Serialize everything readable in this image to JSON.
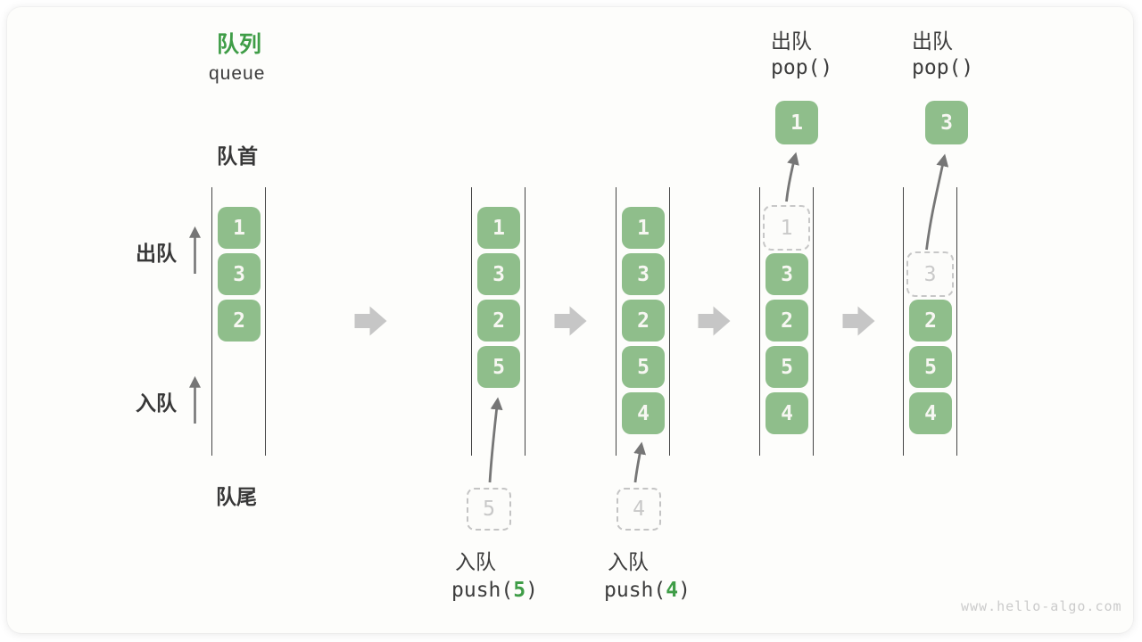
{
  "title": {
    "zh": "队列",
    "en": "queue"
  },
  "side_labels": {
    "front": "队首",
    "rear": "队尾",
    "dequeue": "出队",
    "enqueue": "入队"
  },
  "ops": {
    "pop_first": {
      "label": "出队",
      "code": "pop()"
    },
    "pop_second": {
      "label": "出队",
      "code": "pop()"
    },
    "push_first": {
      "label": "入队",
      "pre": "push(",
      "arg": "5",
      "post": ")"
    },
    "push_second": {
      "label": "入队",
      "pre": "push(",
      "arg": "4",
      "post": ")"
    }
  },
  "columns": [
    {
      "name": "state-initial",
      "cells": [
        {
          "v": "1"
        },
        {
          "v": "3"
        },
        {
          "v": "2"
        }
      ]
    },
    {
      "name": "state-after-push5",
      "cells": [
        {
          "v": "1"
        },
        {
          "v": "3"
        },
        {
          "v": "2"
        },
        {
          "v": "5"
        }
      ]
    },
    {
      "name": "state-after-push4",
      "cells": [
        {
          "v": "1"
        },
        {
          "v": "3"
        },
        {
          "v": "2"
        },
        {
          "v": "5"
        },
        {
          "v": "4"
        }
      ]
    },
    {
      "name": "state-after-pop1",
      "cells": [
        {
          "v": "1",
          "ghost": true
        },
        {
          "v": "3"
        },
        {
          "v": "2"
        },
        {
          "v": "5"
        },
        {
          "v": "4"
        }
      ]
    },
    {
      "name": "state-after-pop3",
      "cells": [
        {
          "v": "3",
          "ghost": true
        },
        {
          "v": "2"
        },
        {
          "v": "5"
        },
        {
          "v": "4"
        }
      ]
    }
  ],
  "popped": {
    "first": {
      "v": "1"
    },
    "second": {
      "v": "3"
    }
  },
  "incoming": {
    "first": {
      "v": "5"
    },
    "second": {
      "v": "4"
    }
  },
  "watermark": "www.hello-algo.com",
  "colors": {
    "accent_green": "#3f9d47",
    "box_green": "#8fbe8b",
    "ghost_gray": "#c8c8c8",
    "thin_arrow_gray": "#767676",
    "block_arrow_gray": "#c6c6c6",
    "text_dark": "#3c3c3c"
  }
}
